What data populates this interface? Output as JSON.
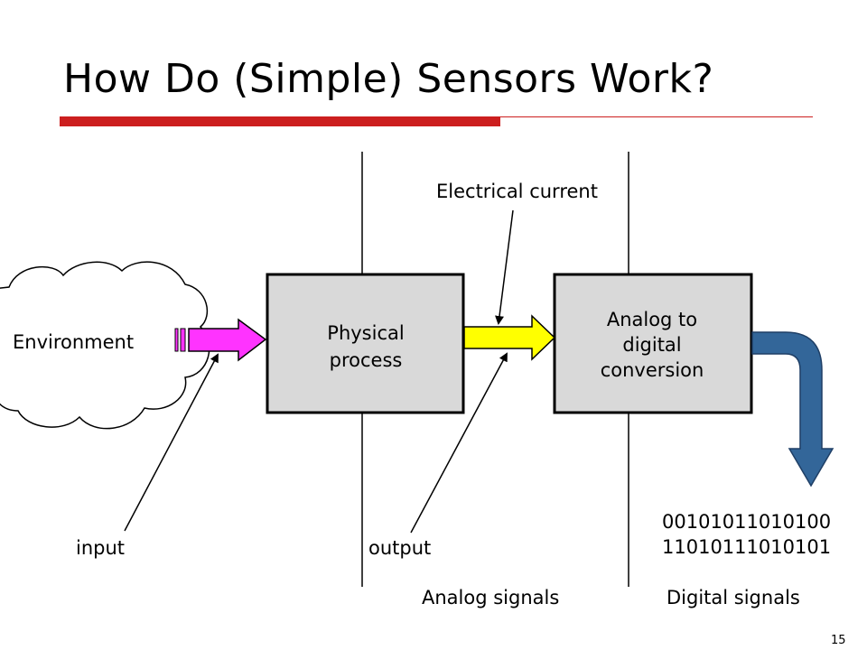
{
  "slide": {
    "title": "How Do (Simple) Sensors Work?",
    "page_number": "15"
  },
  "diagram": {
    "environment_label": "Environment",
    "physical_process_label": "Physical\nprocess",
    "adc_label": "Analog to\ndigital\nconversion",
    "electrical_current_label": "Electrical current",
    "input_label": "input",
    "output_label": "output",
    "binary_line_1": "00101011010100",
    "binary_line_2": "11010111010101",
    "analog_signals_label": "Analog signals",
    "digital_signals_label": "Digital signals"
  },
  "colors": {
    "accent_red": "#cc1f1f",
    "box_fill": "#d9d9d9",
    "input_arrow": "#ff33ff",
    "output_arrow": "#ffff00",
    "digital_arrow": "#336699"
  }
}
